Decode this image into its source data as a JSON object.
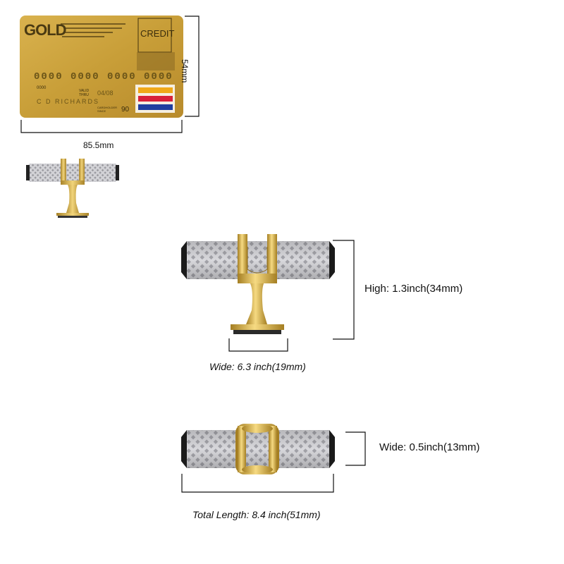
{
  "card": {
    "brand": "GOLD",
    "type": "CREDIT",
    "number": "0000 0000 0000 0000",
    "small_number": "0000",
    "valid_label": "VALID THRU",
    "expiry": "04/08",
    "holder": "C D RICHARDS",
    "since_label": "CARDHOLDER SINCE",
    "since_value": "90"
  },
  "dimensions": {
    "card_width": "85.5mm",
    "card_height": "54mm",
    "knob_height": "High: 1.3inch(34mm)",
    "base_width": "Wide: 6.3 inch(19mm)",
    "bar_width": "Wide: 0.5inch(13mm)",
    "total_length": "Total Length: 8.4 inch(51mm)"
  },
  "colors": {
    "gold": "#c9a43a",
    "brass": "#d8b54a",
    "knurl": "#c8c8cc",
    "line": "#111111"
  }
}
